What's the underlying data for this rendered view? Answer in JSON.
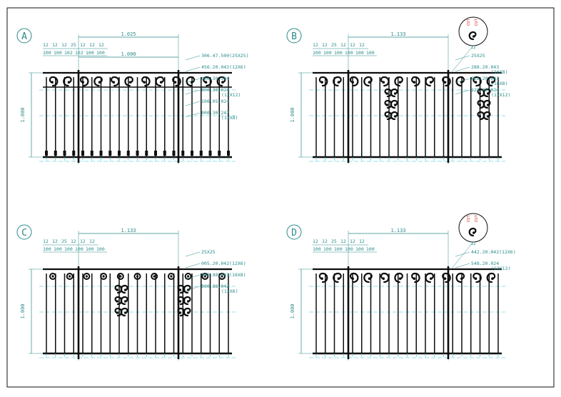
{
  "colors": {
    "ink": "#0d0d0d",
    "dim": "#2a8a8a",
    "center": "#27c4d6",
    "accent": "#d0201c",
    "frame": "#111111"
  },
  "panels": [
    {
      "label": "A",
      "total": "1.025",
      "sub": "1.000",
      "height": "1.000",
      "spacing_top": [
        "12",
        "12",
        "12",
        "25",
        "12",
        "12",
        "12"
      ],
      "spacing_bottom": [
        "100",
        "100",
        "102",
        "102",
        "100",
        "100"
      ],
      "callouts": [
        {
          "text": "306.47.500(25X25)",
          "sub": ""
        },
        {
          "text": "456.20.042(12X6)",
          "sub": ""
        },
        {
          "text": "000.30.304",
          "sub": ""
        },
        {
          "text": "000.30.024",
          "sub": "(12X12)"
        },
        {
          "text": "106.05.024",
          "sub": ""
        },
        {
          "text": "000.30.242",
          "sub": "(12X8)"
        }
      ]
    },
    {
      "label": "B",
      "total": "1.133",
      "sub": "",
      "height": "1.000",
      "spacing_top": [
        "12",
        "12",
        "25",
        "12",
        "12",
        "12"
      ],
      "spacing_bottom": [
        "100",
        "100",
        "100",
        "100",
        "100",
        "100"
      ],
      "callouts": [
        {
          "text": "25X25",
          "sub": ""
        },
        {
          "text": "288.20.043",
          "sub": "(16X8)"
        },
        {
          "text": "662.20.043",
          "sub": "(16X8)"
        },
        {
          "text": "127.40.024",
          "sub": "(12X12)"
        }
      ],
      "detail": {
        "cut": "CUT",
        "dim": "12"
      }
    },
    {
      "label": "C",
      "total": "1.133",
      "sub": "",
      "height": "1.000",
      "spacing_top": [
        "12",
        "12",
        "25",
        "12",
        "12",
        "12"
      ],
      "spacing_bottom": [
        "100",
        "100",
        "100",
        "100",
        "100",
        "100"
      ],
      "callouts": [
        {
          "text": "25X25",
          "sub": ""
        },
        {
          "text": "005.20.042(12X6)",
          "sub": ""
        },
        {
          "text": "982.88.043(16X8)",
          "sub": ""
        },
        {
          "text": "980.88.042",
          "sub": "(12X6)"
        }
      ]
    },
    {
      "label": "D",
      "total": "1.133",
      "sub": "",
      "height": "1.000",
      "spacing_top": [
        "12",
        "12",
        "25",
        "12",
        "12",
        "12"
      ],
      "spacing_bottom": [
        "100",
        "100",
        "100",
        "100",
        "100",
        "100"
      ],
      "callouts": [
        {
          "text": "442.20.042(12X6)",
          "sub": ""
        },
        {
          "text": "548.20.024",
          "sub": "(12X12)"
        }
      ],
      "detail": {
        "cut": "CUT",
        "dim": "12"
      }
    }
  ]
}
